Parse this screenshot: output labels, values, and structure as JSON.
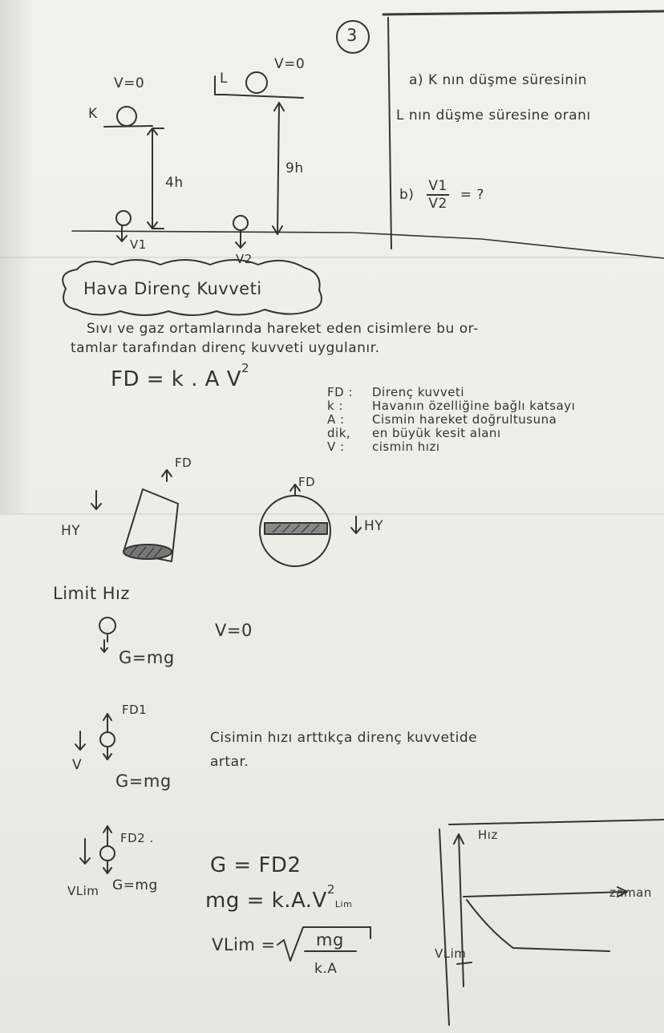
{
  "page_number": "3",
  "fall": {
    "v0_left": "V=0",
    "k_label": "K",
    "height_left": "4h",
    "v1_label": "V1",
    "l_label": "L",
    "v0_right": "V=0",
    "height_right": "9h",
    "v2_label": "V2"
  },
  "questions": {
    "a_line1": "a) K nın düşme süresinin",
    "a_line2": "L nın düşme süresine oranı",
    "b_prefix": "b)",
    "b_num": "V1",
    "b_den": "V2",
    "b_suffix": "= ?"
  },
  "drag_section": {
    "title": "Hava Direnç Kuvveti",
    "line1": "Sıvı ve gaz ortamlarında hareket eden cisimlere bu or-",
    "line2": "tamlar tarafından direnç kuvveti uygulanır.",
    "formula": "FD = k . A V",
    "formula_exp": "2",
    "definitions": [
      {
        "sym": "FD :",
        "text": "Direnç kuvveti"
      },
      {
        "sym": "k :",
        "text": "Havanın özelliğine bağlı katsayı"
      },
      {
        "sym": "A :",
        "text": "Cismin hareket doğrultusuna"
      },
      {
        "sym": "dik,",
        "text": "en büyük kesit alanı"
      },
      {
        "sym": "V :",
        "text": "cismin hızı"
      }
    ],
    "fd_label_1": "FD",
    "hy_label_1": "HY",
    "fd_label_2": "FD",
    "hy_label_2": "HY"
  },
  "limit_section": {
    "title": "Limit Hız",
    "v0": "V=0",
    "g1": "G=mg",
    "fd1": "FD1",
    "v_label": "V",
    "g2": "G=mg",
    "fd2": "FD2 .",
    "vlim_label": "VLim",
    "g3": "G=mg",
    "note_line1": "Cisimin hızı arttıkça direnç kuvvetide",
    "note_line2": "artar.",
    "eq1": "G = FD2",
    "eq2_left": "mg = k.A.V",
    "eq2_sub": "Lim",
    "eq2_exp": "2",
    "eq3_left": "VLim =",
    "eq3_num": "mg",
    "eq3_den": "k.A"
  },
  "graph": {
    "y_label": "Hız",
    "x_label": "zaman",
    "vlim_label": "VLim"
  }
}
